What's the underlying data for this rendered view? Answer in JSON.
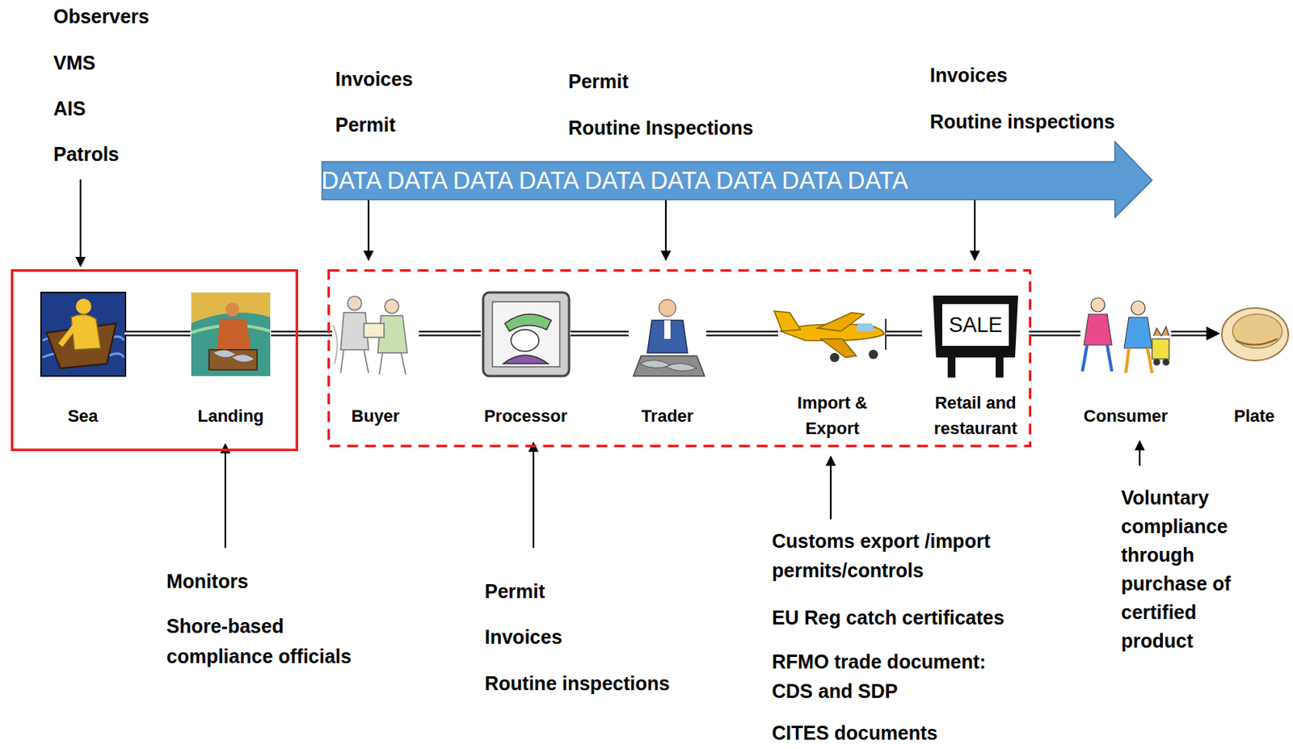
{
  "diagram": {
    "nodes": [
      {
        "text": [
          "DATA DATA DATA DATA DATA DATA DATA DATA DATA"
        ]
      },
      {
        "text": []
      },
      {
        "text": [
          "Sea"
        ],
        "in": 1
      },
      {
        "text": [
          "Landing"
        ],
        "in": 1
      },
      {
        "text": []
      },
      {
        "text": [
          "Buyer"
        ],
        "in": 4
      },
      {
        "text": [
          "Processor"
        ],
        "in": 4
      },
      {
        "text": [
          "Trader"
        ],
        "in": 4
      },
      {
        "text": [
          "Import & Export"
        ],
        "in": 4
      },
      {
        "text": [
          "Retail and restaurant"
        ],
        "in": 4
      },
      {
        "text": [
          "Consumer"
        ]
      },
      {
        "text": [
          "Plate"
        ]
      }
    ],
    "edges": [
      {
        "from": 2,
        "to": 3,
        "arrow": "none"
      },
      {
        "from": 3,
        "to": 5,
        "arrow": "none"
      },
      {
        "from": 5,
        "to": 6,
        "arrow": "none"
      },
      {
        "from": 6,
        "to": 7,
        "arrow": "none"
      },
      {
        "from": 7,
        "to": 8,
        "arrow": "none"
      },
      {
        "from": 8,
        "to": 9,
        "arrow": "none"
      },
      {
        "from": 9,
        "to": 10,
        "arrow": "none"
      },
      {
        "from": 10,
        "to": 11,
        "arrow": "to"
      }
    ],
    "labels": [
      "Observers",
      "VMS",
      "AIS",
      "Patrols",
      "Invoices",
      "Permit",
      "Permit",
      "Routine Inspections",
      "Invoices",
      "Routine inspections",
      "Monitors",
      "Shore-based compliance officials",
      "Permit",
      "Invoices",
      "Routine inspections",
      "Customs export /import permits/controls",
      "EU Reg catch certificates",
      "RFMO trade document: CDS and SDP",
      "CITES documents",
      "Voluntary compliance through purchase of certified product",
      "SALE"
    ]
  }
}
